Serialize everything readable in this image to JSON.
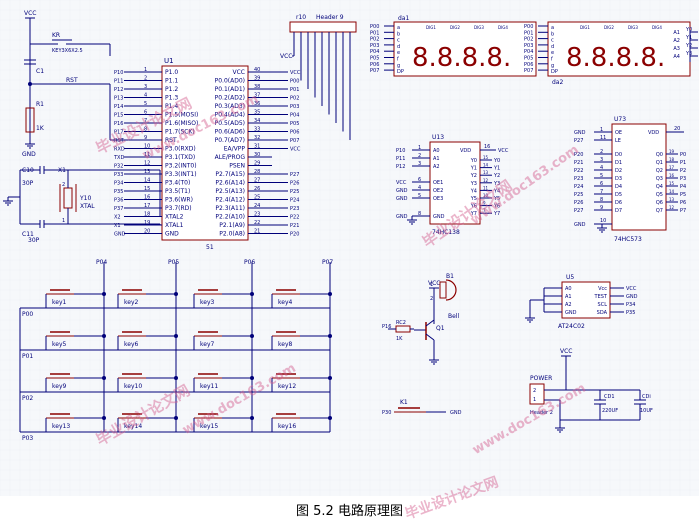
{
  "caption": "图 5.2 电路原理图",
  "watermark": {
    "cn": "毕业设计论文网",
    "url": "www.doc163.com",
    "color": "#d25a8c"
  },
  "colors": {
    "wire": "#00007a",
    "part": "#8b0000",
    "text": "#00007a",
    "grid": "#eef1f6",
    "bg": "#f6f8fb"
  },
  "reset": {
    "vcc": "VCC",
    "key": "KR",
    "key_part": "KEY3X6X2.5",
    "cap": "C1",
    "res": "R1",
    "res_val": "1K",
    "rst": "RST",
    "gnd": "GND"
  },
  "crystal": {
    "c10": "C10",
    "c11": "C11",
    "cval": "30P",
    "x1": "X1",
    "y": "Y10",
    "xtal": "XTAL",
    "pin1": "1",
    "pin2": "2"
  },
  "mcu": {
    "ref": "U1",
    "part": "51",
    "left_nets": [
      "P10",
      "P11",
      "P12",
      "P13",
      "P14",
      "P15",
      "P16",
      "P17",
      "RST",
      "RXD",
      "TXD",
      "P32",
      "P33",
      "P34",
      "P35",
      "P36",
      "P37",
      "X2",
      "X1",
      "GND"
    ],
    "left_pins": [
      "1",
      "2",
      "3",
      "4",
      "5",
      "6",
      "7",
      "8",
      "9",
      "10",
      "11",
      "12",
      "13",
      "14",
      "15",
      "16",
      "17",
      "18",
      "19",
      "20"
    ],
    "left_labels": [
      "P1.0",
      "P1.1",
      "P1.2",
      "P1.3",
      "P1.4",
      "P1.5(MOSI)",
      "P1.6(MISO)",
      "P1.7(SCK)",
      "RST",
      "P3.0(RXD)",
      "P3.1(TXD)",
      "P3.2(INT0)",
      "P3.3(INT1)",
      "P3.4(T0)",
      "P3.5(T1)",
      "P3.6(WR)",
      "P3.7(RD)",
      "XTAL2",
      "XTAL1",
      "GND"
    ],
    "right_labels": [
      "VCC",
      "P0.0(AD0)",
      "P0.1(AD1)",
      "P0.2(AD2)",
      "P0.3(AD3)",
      "P0.4(AD4)",
      "P0.5(AD5)",
      "P0.6(AD6)",
      "P0.7(AD7)",
      "EA/VPP",
      "ALE/PROG",
      "PSEN",
      "P2.7(A15)",
      "P2.6(A14)",
      "P2.5(A13)",
      "P2.4(A12)",
      "P2.3(A11)",
      "P2.2(A10)",
      "P2.1(A9)",
      "P2.0(A8)"
    ],
    "right_pins": [
      "40",
      "39",
      "38",
      "37",
      "36",
      "35",
      "34",
      "33",
      "32",
      "31",
      "30",
      "29",
      "28",
      "27",
      "26",
      "25",
      "24",
      "23",
      "22",
      "21"
    ],
    "right_nets": [
      "VCC",
      "P00",
      "P01",
      "P02",
      "P03",
      "P04",
      "P05",
      "P06",
      "P07",
      "VCC",
      "",
      "",
      "P27",
      "P26",
      "P25",
      "P24",
      "P23",
      "P22",
      "P21",
      "P20"
    ]
  },
  "rnet": {
    "ref": "r10",
    "part": "Header 9",
    "vcc": "VCC"
  },
  "display": {
    "da1": "da1",
    "da2": "da2",
    "digits": "8.8.8.8.",
    "segs": [
      "a",
      "b",
      "c",
      "d",
      "e",
      "f",
      "g",
      "DP"
    ],
    "dig_labels": [
      "DIG1",
      "DIG2",
      "DIG3",
      "DIG4"
    ],
    "da1_nets": [
      "P00",
      "P01",
      "P02",
      "P03",
      "P04",
      "P05",
      "P06",
      "P07"
    ],
    "da2_nets": [
      "P00",
      "P01",
      "P02",
      "P03",
      "P04",
      "P05",
      "P06",
      "P07"
    ],
    "com": [
      "A1",
      "A2",
      "A3",
      "A4"
    ],
    "com_nets": [
      "Y0",
      "Y1",
      "Y2",
      "Y3"
    ]
  },
  "dec": {
    "ref": "U13",
    "part": "74HC138",
    "in_labels": [
      "A0",
      "A1",
      "A2",
      "OE1",
      "OE2",
      "OE3",
      "GND"
    ],
    "in_pins": [
      "1",
      "2",
      "3",
      "6",
      "4",
      "5",
      "8"
    ],
    "in_nets": [
      "P10",
      "P11",
      "P12",
      "VCC",
      "GND",
      "GND",
      "GND"
    ],
    "vdd": "VDD",
    "vdd_pin": "16",
    "vcc": "VCC",
    "out_labels": [
      "Y0",
      "Y1",
      "Y2",
      "Y3",
      "Y4",
      "Y5",
      "Y6",
      "Y7"
    ],
    "out_pins": [
      "15",
      "14",
      "13",
      "12",
      "11",
      "10",
      "9",
      "7"
    ],
    "out_nets": [
      "Y0",
      "Y1",
      "Y2",
      "Y3",
      "Y4",
      "Y5",
      "Y6",
      "Y7"
    ]
  },
  "latch": {
    "ref": "U73",
    "part": "74HC573",
    "top_labels": [
      "OE",
      "LE"
    ],
    "top_pins": [
      "1",
      "11"
    ],
    "top_nets": [
      "GND",
      "P27"
    ],
    "in_labels": [
      "D0",
      "D1",
      "D2",
      "D3",
      "D4",
      "D5",
      "D6",
      "D7"
    ],
    "in_pins": [
      "2",
      "3",
      "4",
      "5",
      "6",
      "7",
      "8",
      "9"
    ],
    "in_nets": [
      "P20",
      "P21",
      "P22",
      "P23",
      "P24",
      "P25",
      "P26",
      "P27"
    ],
    "out_labels": [
      "Q0",
      "Q1",
      "Q2",
      "Q3",
      "Q4",
      "Q5",
      "Q6",
      "Q7"
    ],
    "out_pins": [
      "19",
      "18",
      "17",
      "16",
      "15",
      "14",
      "13",
      "12"
    ],
    "out_nets": [
      "P0",
      "P1",
      "P2",
      "P3",
      "P4",
      "P5",
      "P6",
      "P7"
    ],
    "vdd": "VDD",
    "vdd_pin": "20",
    "gnd": "GND",
    "gnd_pin": "10"
  },
  "keypad": {
    "cols": [
      "P04",
      "P05",
      "P06",
      "P07"
    ],
    "rows": [
      "P00",
      "P01",
      "P02",
      "P03"
    ],
    "keys": [
      "key1",
      "key2",
      "key3",
      "key4",
      "key5",
      "key6",
      "key7",
      "key8",
      "key9",
      "key10",
      "key11",
      "key12",
      "key13",
      "key14",
      "key15",
      "key16"
    ]
  },
  "buzzer": {
    "vcc": "VCC",
    "ref": "B1",
    "label": "Bell",
    "q": "Q1",
    "r": "RC2",
    "rval": "1K",
    "net": "P16",
    "p1": "1",
    "p2": "2"
  },
  "eeprom": {
    "ref": "U5",
    "part": "AT24C02",
    "left": [
      "A0",
      "A1",
      "A2",
      "GND"
    ],
    "right": [
      "Vcc",
      "TEST",
      "SCL",
      "SDA"
    ],
    "right_nets": [
      "VCC",
      "GND",
      "P34",
      "P35"
    ]
  },
  "k1": {
    "ref": "K1",
    "net": "P30",
    "gnd": "GND"
  },
  "power": {
    "title": "POWER",
    "header": "Header 2",
    "vcc": "VCC",
    "pins": [
      "2",
      "1"
    ],
    "cd1": "CD1",
    "cd1v": "220UF",
    "cd2": "CDi",
    "cd2v": "10UF"
  }
}
